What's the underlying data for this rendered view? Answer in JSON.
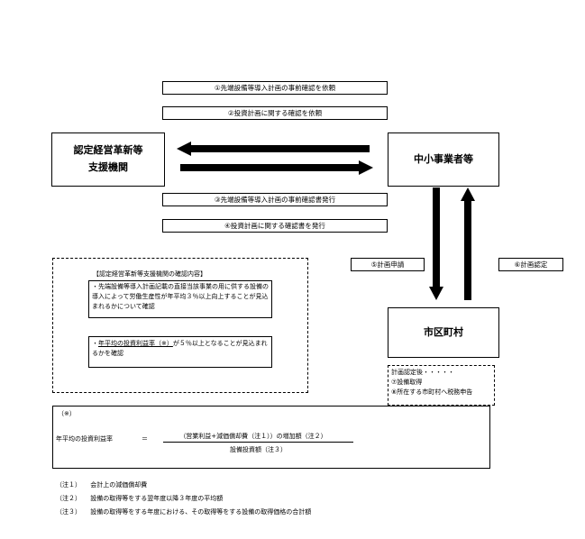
{
  "steps": {
    "s1": "①先端設備等導入計画の事前確認を依頼",
    "s2": "②投資計画に関する確認を依頼",
    "s3": "③先端設備等導入計画の事前確認書発行",
    "s4": "④投資計画に関する確認書を発行",
    "s5": "⑤計画申請",
    "s6": "⑥計画認定"
  },
  "entities": {
    "support_line1": "認定経営革新等",
    "support_line2": "支援機関",
    "sme": "中小事業者等",
    "municipality": "市区町村"
  },
  "confirmation": {
    "title": "【認定経営革新等支援機関の確認内容】",
    "item1": "・先端設備等導入計画記載の直接当該事業の用に供する設備の導入によって労働生産性が年平均３％以上向上することが見込まれるかについて確認",
    "item2_prefix": "・",
    "item2_underlined": "年平均の投資利益率（※）",
    "item2_suffix": "が５％以上となることが見込まれるかを確認"
  },
  "after_approval": {
    "line1": "計画認定後・・・・・",
    "line2": "⑦設備取得",
    "line3": "⑧所在する市町村へ税務申告"
  },
  "formula": {
    "mark": "（※）",
    "label": "年平均の投資利益率",
    "equals": "＝",
    "numerator": "（営業利益+減価償却費（注１））の増加額（注２）",
    "denominator": "設備投資額（注３）"
  },
  "notes": [
    {
      "tag": "（注１）",
      "text": "会計上の減価償却費"
    },
    {
      "tag": "（注２）",
      "text": "設備の取得等をする翌年度以降３年度の平均額"
    },
    {
      "tag": "（注３）",
      "text": "設備の取得等をする年度における、その取得等をする設備の取得価格の合計額"
    }
  ],
  "colors": {
    "line": "#000000",
    "background": "#ffffff"
  }
}
